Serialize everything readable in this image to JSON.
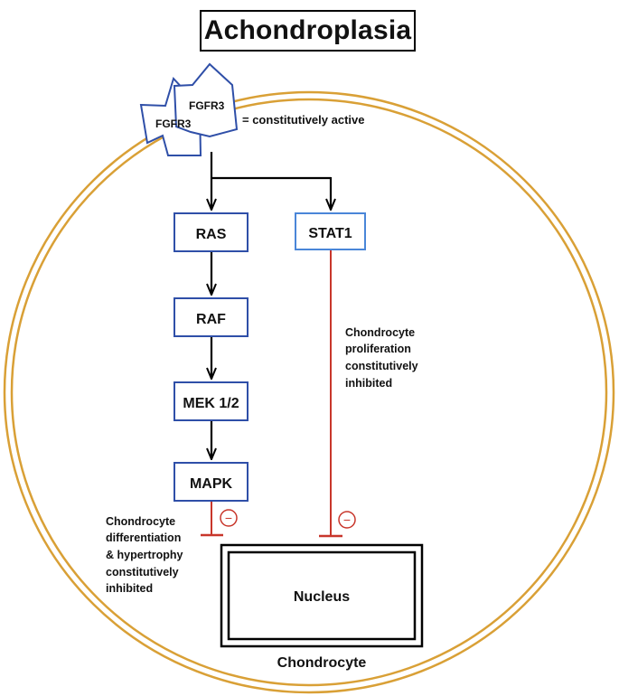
{
  "title": "Achondroplasia",
  "receptor": {
    "label_front": "FGFR3",
    "label_back": "FGFR3",
    "note": "= constitutively active"
  },
  "nodes": {
    "ras": "RAS",
    "raf": "RAF",
    "mek": "MEK 1/2",
    "mapk": "MAPK",
    "stat1": "STAT1"
  },
  "annotations": {
    "stat1_effect": [
      "Chondrocyte",
      "proliferation",
      "constitutively",
      "inhibited"
    ],
    "mapk_effect": [
      "Chondrocyte",
      "differentiation",
      "& hypertrophy",
      "constitutively",
      "inhibited"
    ],
    "inhibition_symbol": "−"
  },
  "nucleus": {
    "label": "Nucleus"
  },
  "cell": {
    "label": "Chondrocyte"
  },
  "colors": {
    "membrane": "#d9a036",
    "node_border": "#2f4fa8",
    "stat1_border": "#4a86d8",
    "inhibition": "#c8362b",
    "arrow": "#000000"
  }
}
